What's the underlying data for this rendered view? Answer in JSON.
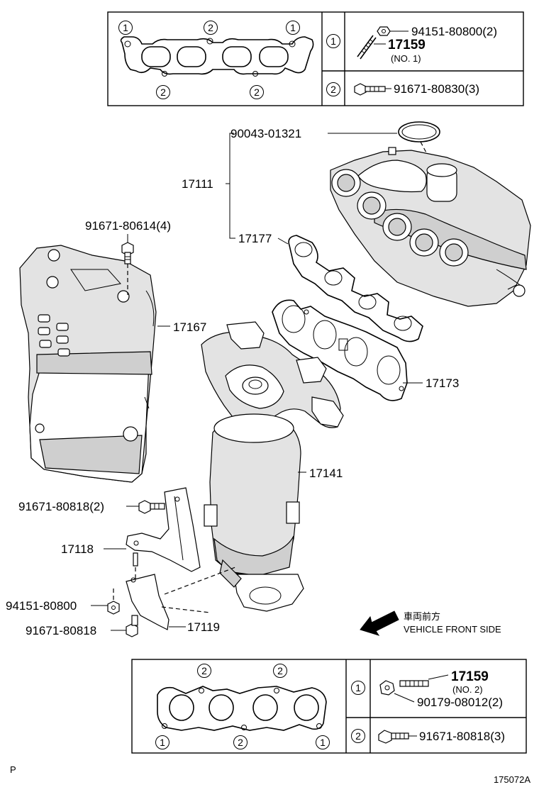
{
  "top_legend": {
    "gasket_marks": [
      "1",
      "2",
      "1",
      "2",
      "2"
    ],
    "row1": {
      "mark": "1",
      "part_nut": "94151-80800(2)",
      "part_stud": "17159",
      "stud_note": "(NO. 1)"
    },
    "row2": {
      "mark": "2",
      "part_bolt": "91671-80830(3)"
    }
  },
  "callouts": {
    "p90043": "90043-01321",
    "p17111": "17111",
    "p17177": "17177",
    "p91671_80614": "91671-80614(4)",
    "p17167": "17167",
    "p17173": "17173",
    "p17141": "17141",
    "p91671_80818_2": "91671-80818(2)",
    "p17118": "17118",
    "p94151": "94151-80800",
    "p91671_80818": "91671-80818",
    "p17119": "17119"
  },
  "direction": {
    "jp": "車両前方",
    "en": "VEHICLE FRONT SIDE"
  },
  "bottom_legend": {
    "gasket_marks": [
      "2",
      "2",
      "1",
      "2",
      "1"
    ],
    "row1": {
      "mark": "1",
      "part_stud": "17159",
      "stud_note": "(NO. 2)",
      "part_nut": "90179-08012(2)"
    },
    "row2": {
      "mark": "2",
      "part_bolt": "91671-80818(3)"
    }
  },
  "footer": {
    "left": "P",
    "right": "175072A"
  }
}
